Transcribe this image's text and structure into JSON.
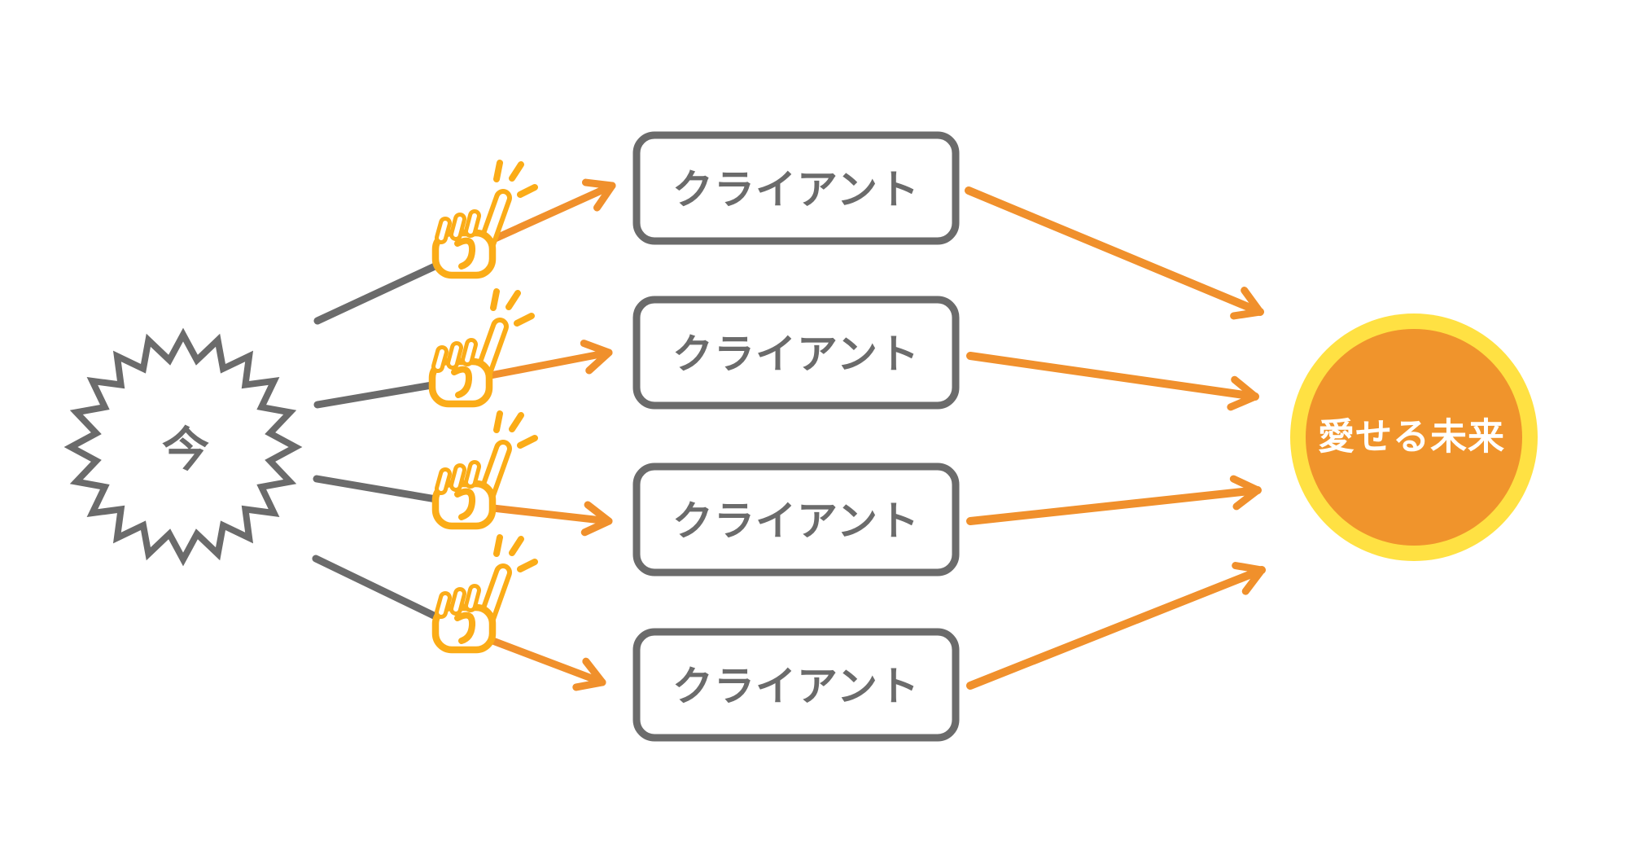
{
  "colors": {
    "background": "#ffffff",
    "gray": "#6b6b6b",
    "arrow_orange": "#f0902c",
    "hand_yellow": "#fbac18",
    "ring_yellow": "#ffe143",
    "future_orange": "#f0942c",
    "future_text": "#ffffff"
  },
  "diagram": {
    "source": {
      "label": "今",
      "shape": "starburst"
    },
    "clients": [
      {
        "label": "クライアント"
      },
      {
        "label": "クライアント"
      },
      {
        "label": "クライアント"
      },
      {
        "label": "クライアント"
      }
    ],
    "goal": {
      "label": "愛せる未来",
      "shape": "sun-circle"
    },
    "icons": {
      "hand": "pointing-finger-icon",
      "sparkle": "sparkle-rays-icon"
    }
  }
}
